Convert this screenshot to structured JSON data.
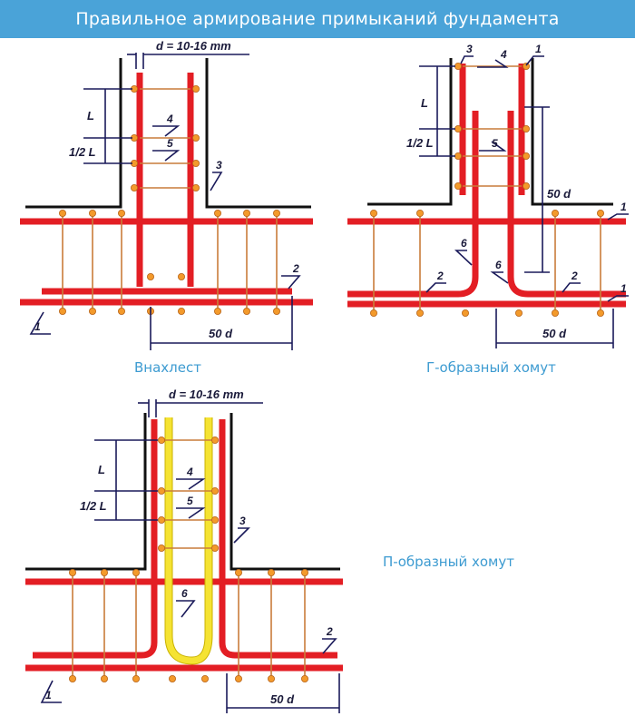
{
  "header": {
    "title": "Правильное армирование примыканий фундамента"
  },
  "diagram1": {
    "caption": "Внахлест",
    "d_label": "d = 10-16 mm",
    "L_label": "L",
    "half_L_label": "1/2 L",
    "dist_label": "50 d",
    "callouts": [
      "1",
      "2",
      "3",
      "4",
      "5"
    ]
  },
  "diagram2": {
    "caption": "Г-образный хомут",
    "L_label": "L",
    "half_L_label": "1/2 L",
    "dist_label": "50 d",
    "dist_label_vertical": "50 d",
    "callouts": [
      "1",
      "1",
      "1",
      "2",
      "2",
      "3",
      "4",
      "5",
      "6",
      "6"
    ]
  },
  "diagram3": {
    "caption": "П-образный хомут",
    "d_label": "d = 10-16 mm",
    "L_label": "L",
    "half_L_label": "1/2 L",
    "dist_label": "50 d",
    "callouts": [
      "1",
      "2",
      "3",
      "4",
      "5",
      "6"
    ]
  },
  "colors": {
    "header_bg": "#4aa3d8",
    "rebar": "#e31e24",
    "u_bar": "#f5e332",
    "tie": "#c97c3a",
    "node": "#f39a2b",
    "caption": "#3d9bd1"
  }
}
